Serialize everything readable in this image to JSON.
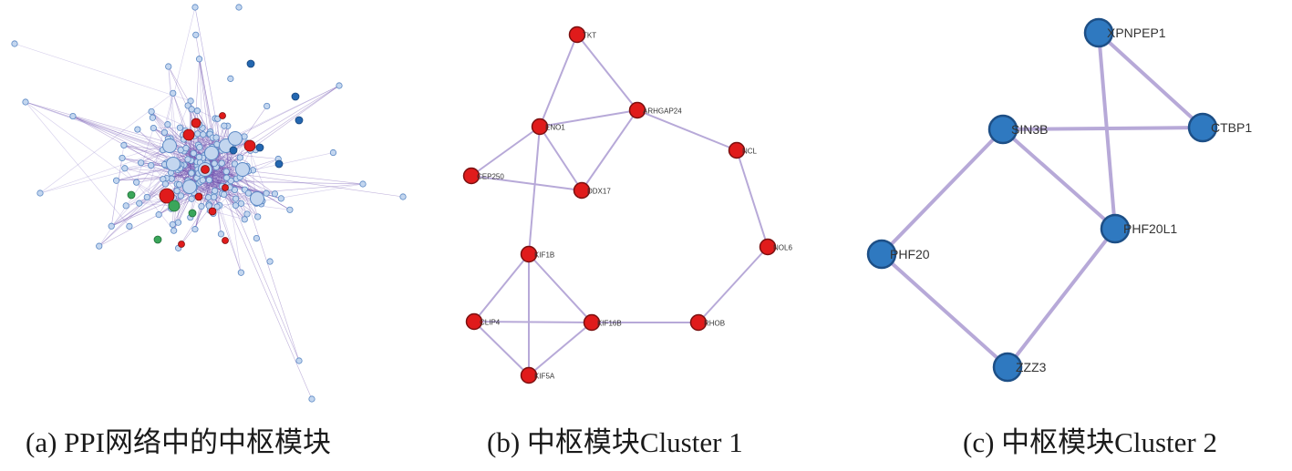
{
  "captions": {
    "a": "(a) PPI网络中的中枢模块",
    "b": "(b) 中枢模块Cluster 1",
    "c": "(c) 中枢模块Cluster 2"
  },
  "colors": {
    "ppi_node": "#c3d6ef",
    "ppi_stroke": "#5b88c4",
    "ppi_edge": "#9e8fd0",
    "ppi_dense_edge": "#6f4fae",
    "cluster1_node": "#e01b1b",
    "cluster2_node": "#2f79c0",
    "green_node": "#3aa65a",
    "small_red": "#c01f2f",
    "dark_blue": "#2467b0",
    "edge": "#b7a9d8"
  },
  "cluster1": {
    "nodes": [
      "TKT",
      "ENO1",
      "ARHGAP24",
      "NCL",
      "CEP250",
      "DDX17",
      "NOL6",
      "KIF1B",
      "CLIP4",
      "KIF16B",
      "RHOB",
      "KIF5A"
    ],
    "edges": [
      [
        "TKT",
        "ENO1"
      ],
      [
        "TKT",
        "ARHGAP24"
      ],
      [
        "ENO1",
        "ARHGAP24"
      ],
      [
        "ENO1",
        "CEP250"
      ],
      [
        "ENO1",
        "DDX17"
      ],
      [
        "ARHGAP24",
        "DDX17"
      ],
      [
        "ARHGAP24",
        "NCL"
      ],
      [
        "CEP250",
        "DDX17"
      ],
      [
        "NCL",
        "NOL6"
      ],
      [
        "NOL6",
        "RHOB"
      ],
      [
        "KIF16B",
        "RHOB"
      ],
      [
        "ENO1",
        "KIF1B"
      ],
      [
        "KIF1B",
        "CLIP4"
      ],
      [
        "KIF1B",
        "KIF16B"
      ],
      [
        "KIF1B",
        "KIF5A"
      ],
      [
        "CLIP4",
        "KIF16B"
      ],
      [
        "CLIP4",
        "KIF5A"
      ],
      [
        "KIF16B",
        "KIF5A"
      ]
    ]
  },
  "cluster2": {
    "nodes": [
      "XPNPEP1",
      "SIN3B",
      "CTBP1",
      "PHF20L1",
      "PHF20",
      "ZZZ3"
    ],
    "edges": [
      [
        "XPNPEP1",
        "CTBP1"
      ],
      [
        "XPNPEP1",
        "PHF20L1"
      ],
      [
        "SIN3B",
        "CTBP1"
      ],
      [
        "SIN3B",
        "PHF20L1"
      ],
      [
        "SIN3B",
        "PHF20"
      ],
      [
        "PHF20",
        "ZZZ3"
      ],
      [
        "PHF20L1",
        "ZZZ3"
      ]
    ]
  }
}
